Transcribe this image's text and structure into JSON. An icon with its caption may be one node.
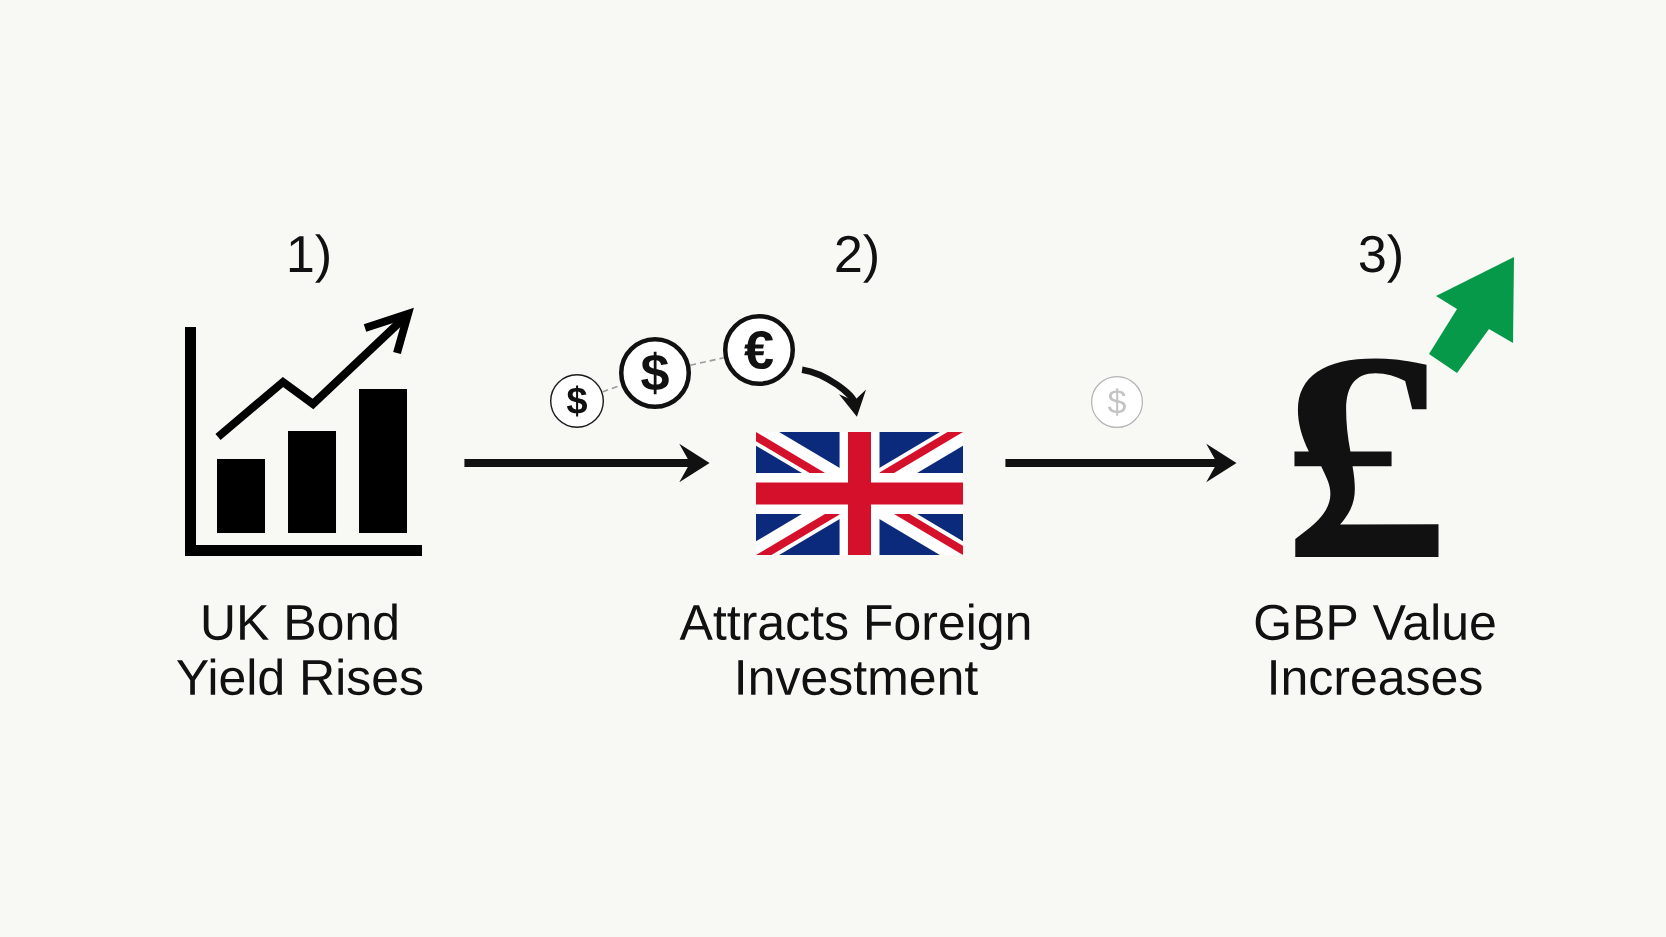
{
  "diagram": {
    "nodes": [
      {
        "text": [],
        "shape": "picture",
        "beside": [
          "UK Bond Yield Rises"
        ]
      },
      {
        "text": [],
        "shape": "picture",
        "beside": [
          "Attracts Foreign Investment"
        ]
      },
      {
        "text": [
          "£",
          "GBP Value Increases"
        ]
      },
      {
        "text": [
          "$"
        ]
      },
      {
        "text": [
          "$"
        ]
      },
      {
        "text": [
          "€"
        ]
      },
      {
        "text": [
          "$"
        ]
      }
    ],
    "edges": [
      {
        "from": 0,
        "to": 1,
        "arrow": "to"
      },
      {
        "from": 1,
        "to": 2,
        "arrow": "to"
      },
      {
        "from": 3,
        "to": 4,
        "arrow": "none",
        "style": "dashed",
        "color": "#9a9a9a"
      },
      {
        "from": 4,
        "to": 5,
        "arrow": "none",
        "style": "dashed",
        "color": "#9a9a9a"
      },
      {
        "from": 5,
        "to": 1,
        "arrow": "to"
      }
    ],
    "labels": [
      "1)",
      "2)",
      "3)"
    ]
  }
}
